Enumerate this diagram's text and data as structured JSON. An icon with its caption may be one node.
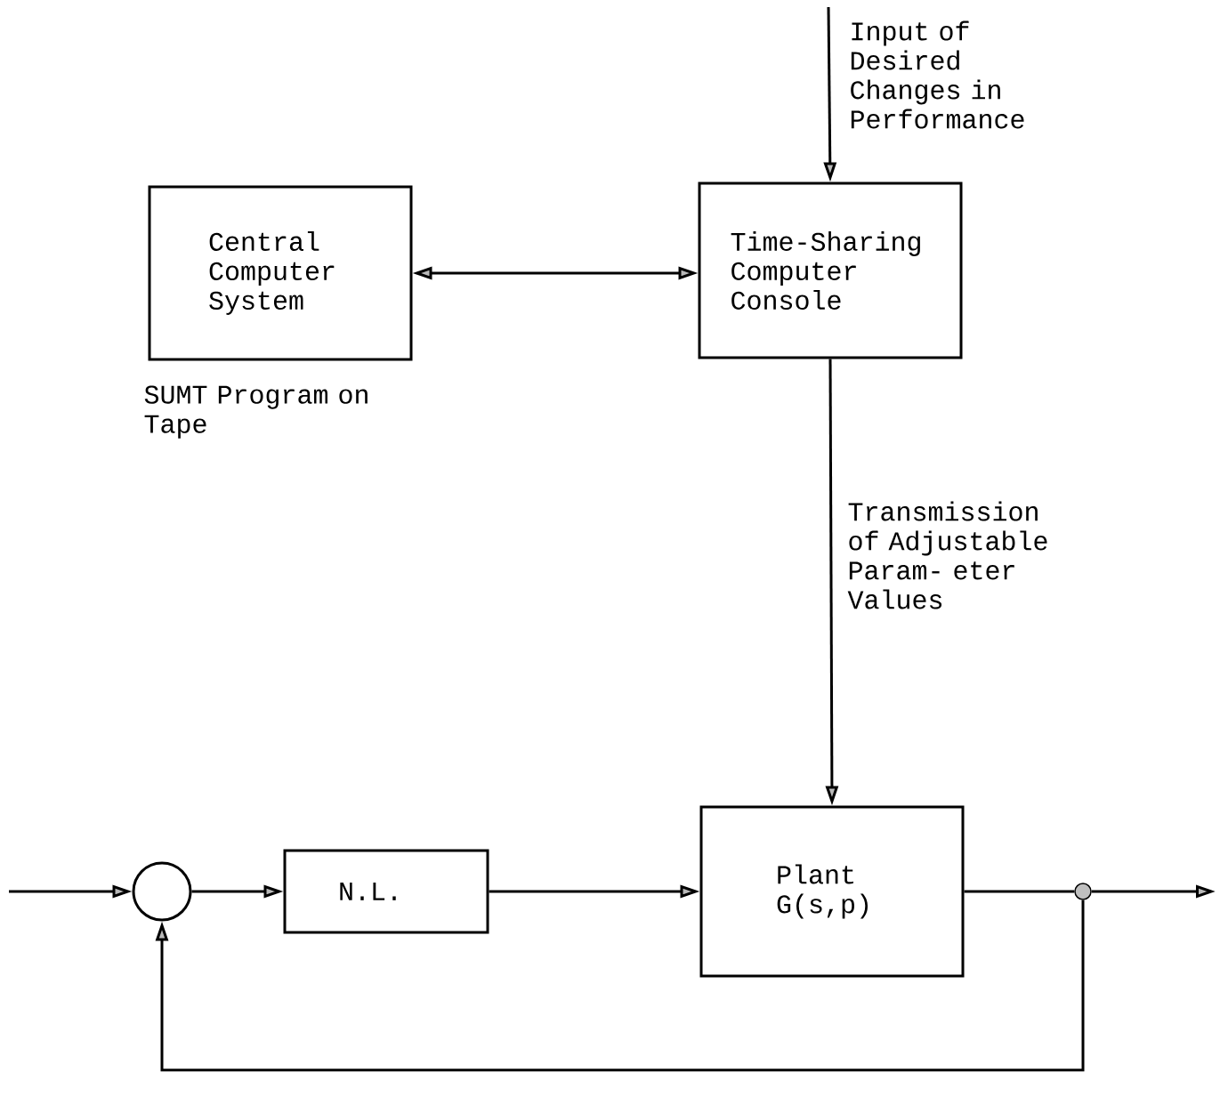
{
  "diagram": {
    "nodes": [
      {
        "text": [
          "Central Computer System"
        ],
        "beside": [
          "SUMT Program on Tape"
        ]
      },
      {
        "text": [
          "Time-Sharing Computer Console"
        ]
      },
      {
        "text": [],
        "shape": "circle"
      },
      {
        "text": [
          "N.L."
        ]
      },
      {
        "text": [
          "Plant",
          "G(s,p)"
        ]
      },
      {
        "text": [],
        "shape": "circle"
      }
    ],
    "edges": [
      {
        "from": null,
        "to": 1,
        "arrow": "to",
        "label": "Input of Desired Changes in Performance"
      },
      {
        "from": 0,
        "to": 1,
        "arrow": "both"
      },
      {
        "from": 1,
        "to": 4,
        "arrow": "to",
        "label": "Transmission of Adjustable Param- eter Values"
      },
      {
        "from": null,
        "to": 2,
        "arrow": "to"
      },
      {
        "from": 2,
        "to": 3,
        "arrow": "to"
      },
      {
        "from": 3,
        "to": 4,
        "arrow": "to"
      },
      {
        "from": 4,
        "to": 5,
        "arrow": "none"
      },
      {
        "from": 5,
        "to": null,
        "arrow": "to"
      },
      {
        "from": 5,
        "to": 2,
        "arrow": "to"
      }
    ]
  }
}
